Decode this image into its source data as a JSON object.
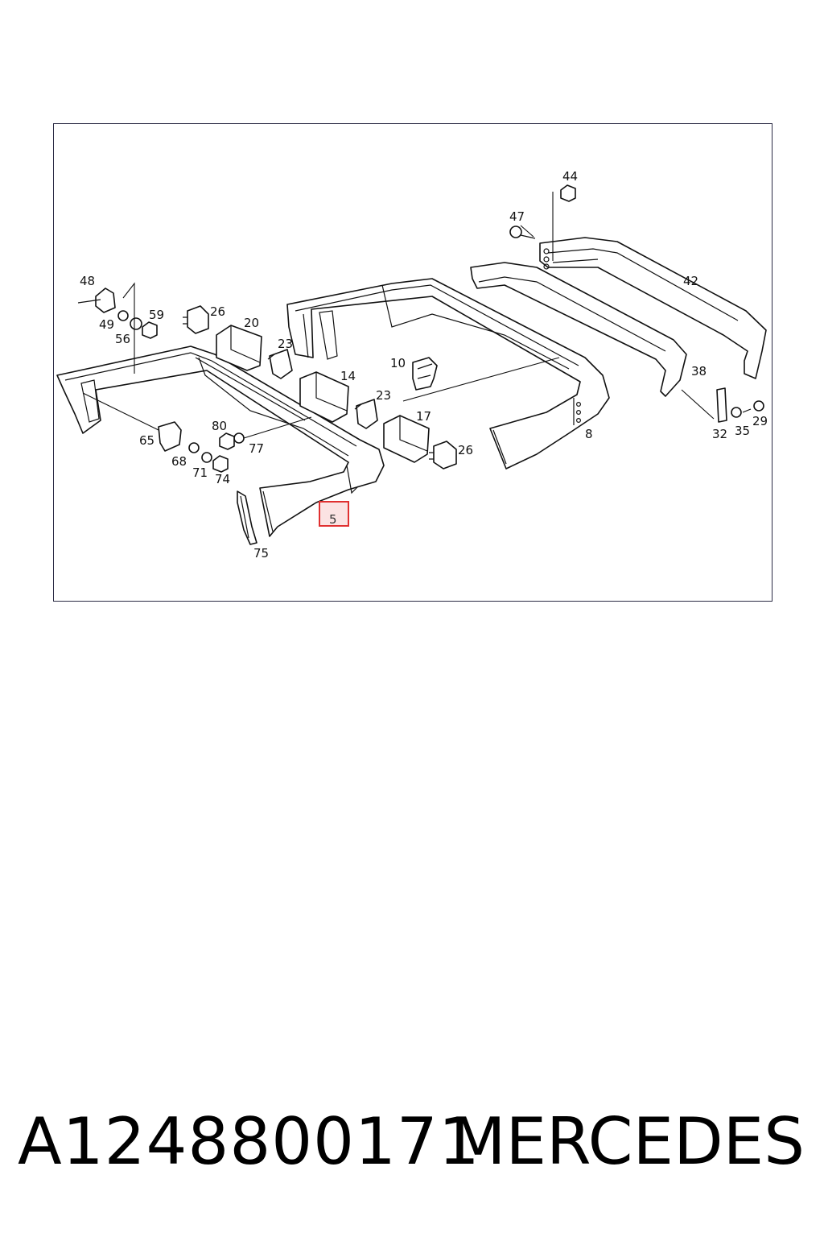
{
  "diagram": {
    "callouts": {
      "c5": "5",
      "c8": "8",
      "c10": "10",
      "c14": "14",
      "c17": "17",
      "c20": "20",
      "c23a": "23",
      "c23b": "23",
      "c26a": "26",
      "c26b": "26",
      "c29": "29",
      "c32": "32",
      "c35": "35",
      "c38": "38",
      "c42": "42",
      "c44": "44",
      "c47": "47",
      "c48": "48",
      "c49": "49",
      "c56": "56",
      "c59": "59",
      "c65": "65",
      "c68": "68",
      "c71": "71",
      "c74": "74",
      "c75": "75",
      "c77": "77",
      "c80": "80"
    },
    "highlighted_callout": "5",
    "highlight_color": "#e03030",
    "highlight_fill": "#fbe3e3",
    "line_color": "#111111"
  },
  "footer": {
    "part_number": "A1248800171",
    "brand": "MERCEDES"
  }
}
